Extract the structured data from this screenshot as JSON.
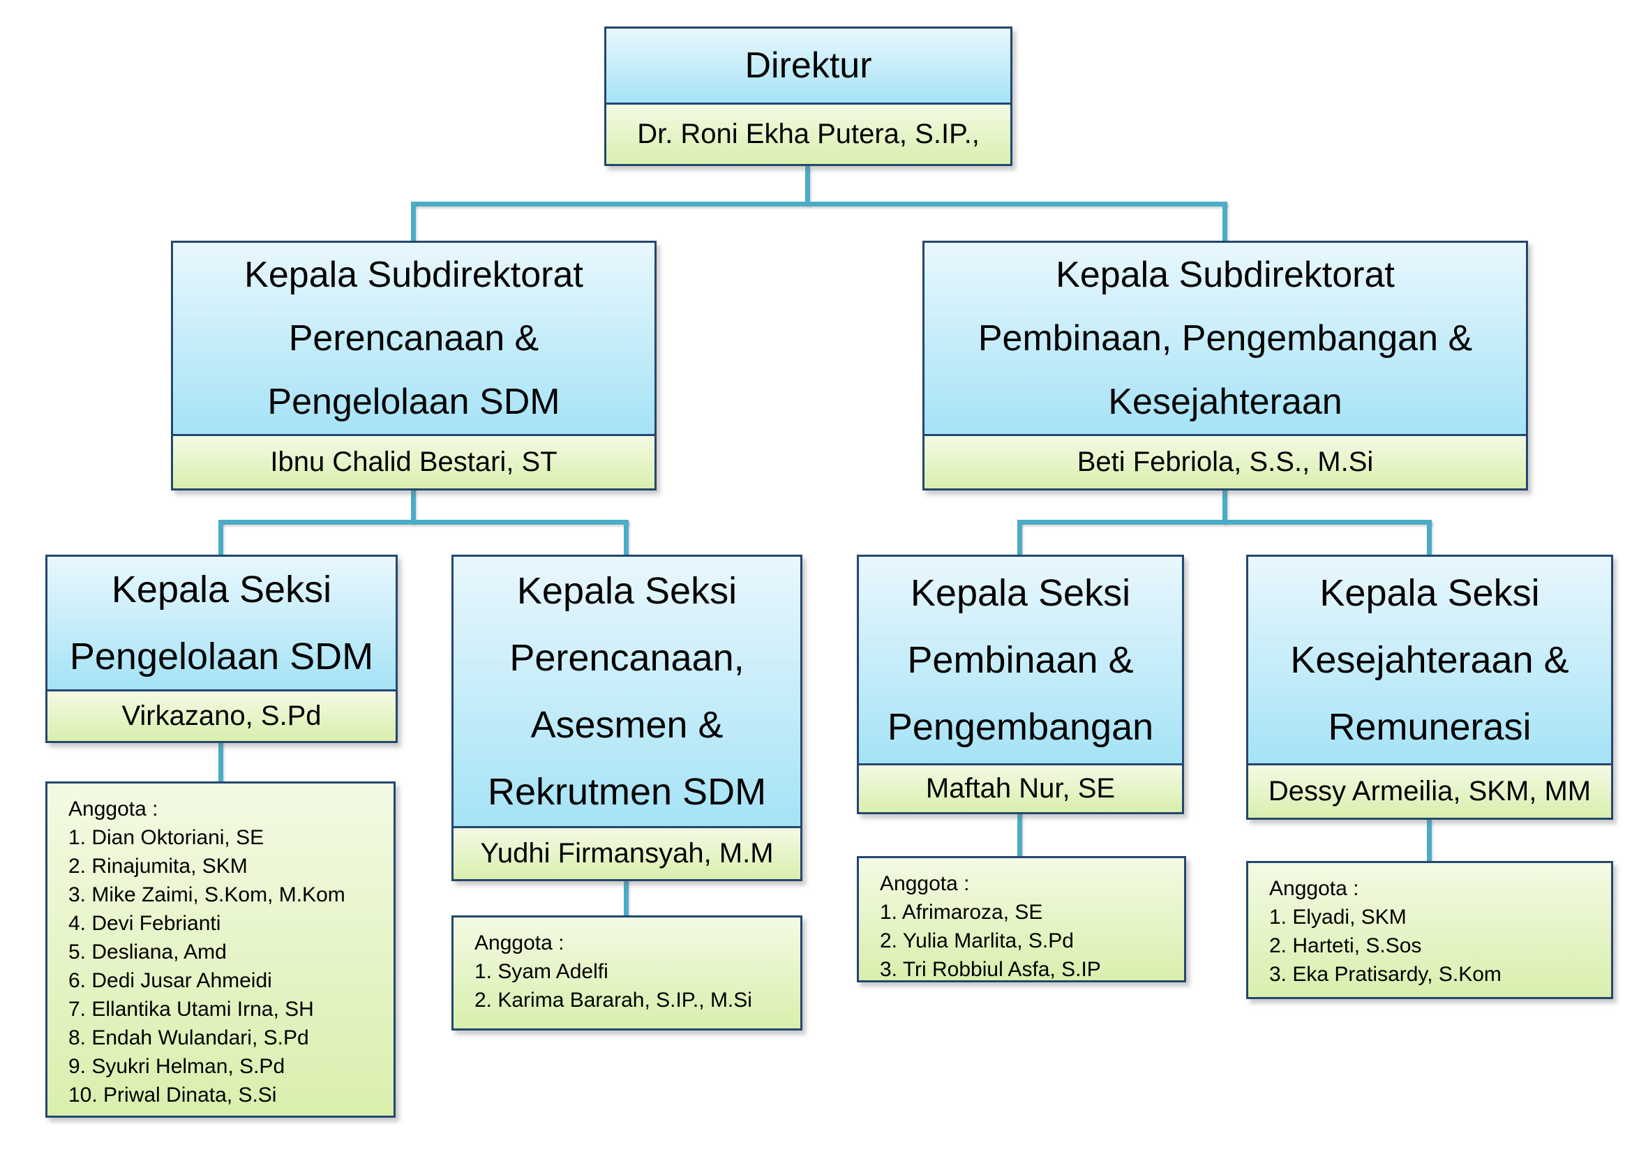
{
  "org_chart": {
    "root": {
      "title": "Direktur",
      "name": "Dr. Roni Ekha Putera, S.IP.,"
    },
    "subdirectorates": [
      {
        "title_lines": [
          "Kepala Subdirektorat",
          "Perencanaan &",
          "Pengelolaan SDM"
        ],
        "name": "Ibnu Chalid Bestari, ST"
      },
      {
        "title_lines": [
          "Kepala Subdirektorat",
          "Pembinaan, Pengembangan &",
          "Kesejahteraan"
        ],
        "name": "Beti Febriola, S.S., M.Si"
      }
    ],
    "sections": [
      {
        "title_lines": [
          "Kepala Seksi",
          "Pengelolaan SDM"
        ],
        "name": "Virkazano, S.Pd",
        "members_label": "Anggota :",
        "members": [
          "1. Dian Oktoriani, SE",
          "2. Rinajumita, SKM",
          "3. Mike Zaimi, S.Kom, M.Kom",
          "4. Devi Febrianti",
          "5. Desliana, Amd",
          "6. Dedi Jusar Ahmeidi",
          "7. Ellantika Utami Irna, SH",
          "8. Endah Wulandari, S.Pd",
          "9. Syukri Helman, S.Pd",
          "10. Priwal Dinata, S.Si"
        ]
      },
      {
        "title_lines": [
          "Kepala Seksi",
          "Perencanaan,",
          "Asesmen &",
          "Rekrutmen SDM"
        ],
        "name": "Yudhi Firmansyah, M.M",
        "members_label": "Anggota :",
        "members": [
          "1. Syam Adelfi",
          "2. Karima Bararah, S.IP., M.Si"
        ]
      },
      {
        "title_lines": [
          "Kepala Seksi",
          "Pembinaan &",
          "Pengembangan"
        ],
        "name": "Maftah Nur, SE",
        "members_label": "Anggota :",
        "members": [
          "1. Afrimaroza, SE",
          "2. Yulia Marlita, S.Pd",
          "3. Tri Robbiul Asfa, S.IP"
        ]
      },
      {
        "title_lines": [
          "Kepala Seksi",
          "Kesejahteraan &",
          "Remunerasi"
        ],
        "name": "Dessy Armeilia, SKM, MM",
        "members_label": "Anggota :",
        "members": [
          "1. Elyadi, SKM",
          "2. Harteti, S.Sos",
          "3. Eka Pratisardy, S.Kom"
        ]
      }
    ],
    "colors": {
      "node_top": "#E9F7FD",
      "node_bottom": "#A5E3F6",
      "name_top": "#F3FAE4",
      "name_bottom": "#D9EFAD",
      "border": "#24476F",
      "connector": "#4BACC6"
    }
  }
}
